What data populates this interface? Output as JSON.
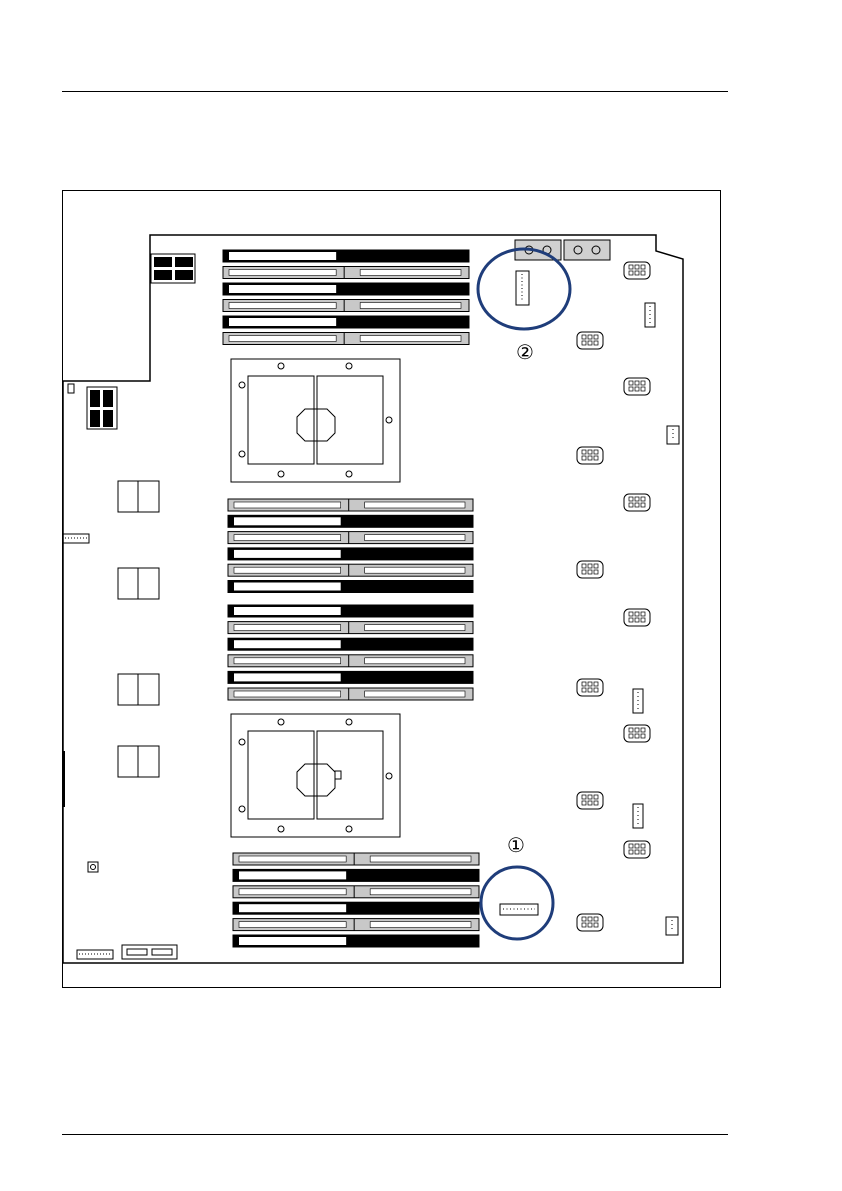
{
  "figure": {
    "type": "system board layout",
    "callouts": [
      {
        "number": "1",
        "glyph": "①",
        "color": "#1f3d7a"
      },
      {
        "number": "2",
        "glyph": "②",
        "color": "#1f3d7a"
      }
    ],
    "colors": {
      "line": "#000000",
      "slot_grey": "#c8c8c8",
      "highlight_circle": "#1f3d7a"
    }
  }
}
